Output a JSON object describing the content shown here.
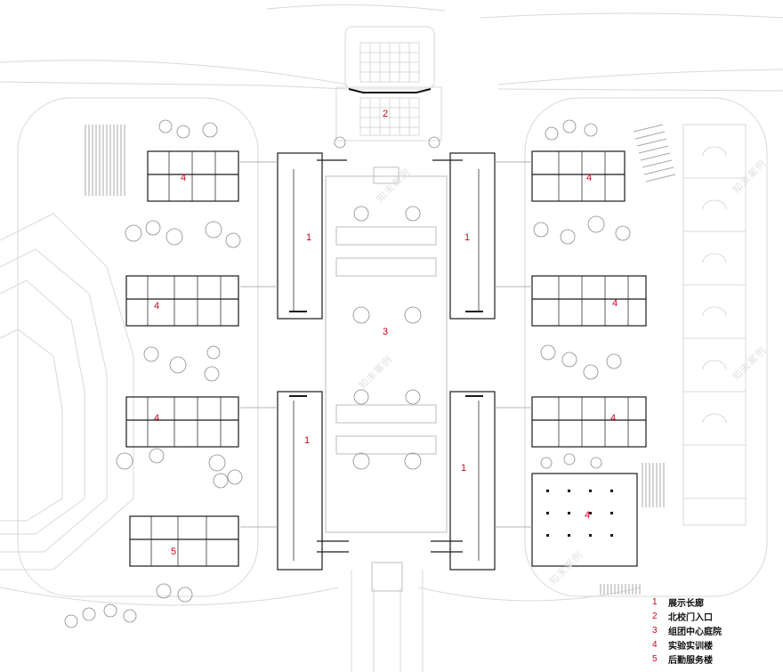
{
  "labels": [
    {
      "id": "north-gate",
      "text": "2"
    },
    {
      "id": "hall-left-upper",
      "text": "1"
    },
    {
      "id": "hall-right-upper",
      "text": "1"
    },
    {
      "id": "hall-left-lower",
      "text": "1"
    },
    {
      "id": "hall-right-lower",
      "text": "1"
    },
    {
      "id": "courtyard",
      "text": "3"
    },
    {
      "id": "lab-nw",
      "text": "4"
    },
    {
      "id": "lab-ne",
      "text": "4"
    },
    {
      "id": "lab-w2",
      "text": "4"
    },
    {
      "id": "lab-e2",
      "text": "4"
    },
    {
      "id": "lab-w3",
      "text": "4"
    },
    {
      "id": "lab-e3",
      "text": "4"
    },
    {
      "id": "lab-se",
      "text": "4"
    },
    {
      "id": "service",
      "text": "5"
    }
  ],
  "legend": [
    {
      "num": "1",
      "text": "展示长廊"
    },
    {
      "num": "2",
      "text": "北校门入口"
    },
    {
      "num": "3",
      "text": "组团中心庭院"
    },
    {
      "num": "4",
      "text": "实验实训楼"
    },
    {
      "num": "5",
      "text": "后勤服务楼"
    }
  ],
  "watermark": "知末案例",
  "colors": {
    "label": "#d0021b",
    "wall": "#1a1a1a",
    "site": "#d6d6d6",
    "tree": "#8a8a8a"
  }
}
